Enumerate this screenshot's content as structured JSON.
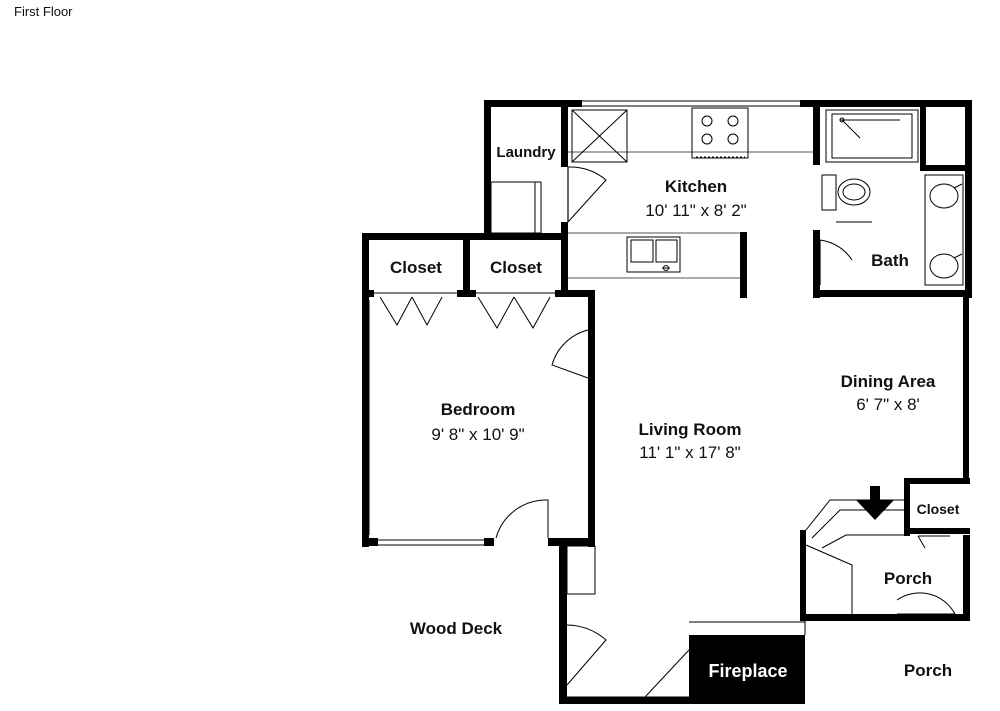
{
  "page_title": "First Floor",
  "rooms": {
    "laundry": {
      "name": "Laundry"
    },
    "kitchen": {
      "name": "Kitchen",
      "dims": "10' 11\" x 8' 2\""
    },
    "bath": {
      "name": "Bath"
    },
    "closet_left": {
      "name": "Closet"
    },
    "closet_right": {
      "name": "Closet"
    },
    "bedroom": {
      "name": "Bedroom",
      "dims": "9' 8\" x 10' 9\""
    },
    "living_room": {
      "name": "Living Room",
      "dims": "11' 1\" x 17' 8\""
    },
    "dining_area": {
      "name": "Dining Area",
      "dims": "6' 7\" x 8'"
    },
    "closet_small": {
      "name": "Closet"
    },
    "porch_inner": {
      "name": "Porch"
    },
    "wood_deck": {
      "name": "Wood Deck"
    },
    "fireplace": {
      "name": "Fireplace"
    },
    "porch_outer": {
      "name": "Porch"
    }
  },
  "icons": [
    "entry-arrow-icon",
    "stove-icon",
    "sink-icon",
    "toilet-icon",
    "bathtub-icon",
    "vanity-sink-icon",
    "fridge-icon"
  ]
}
